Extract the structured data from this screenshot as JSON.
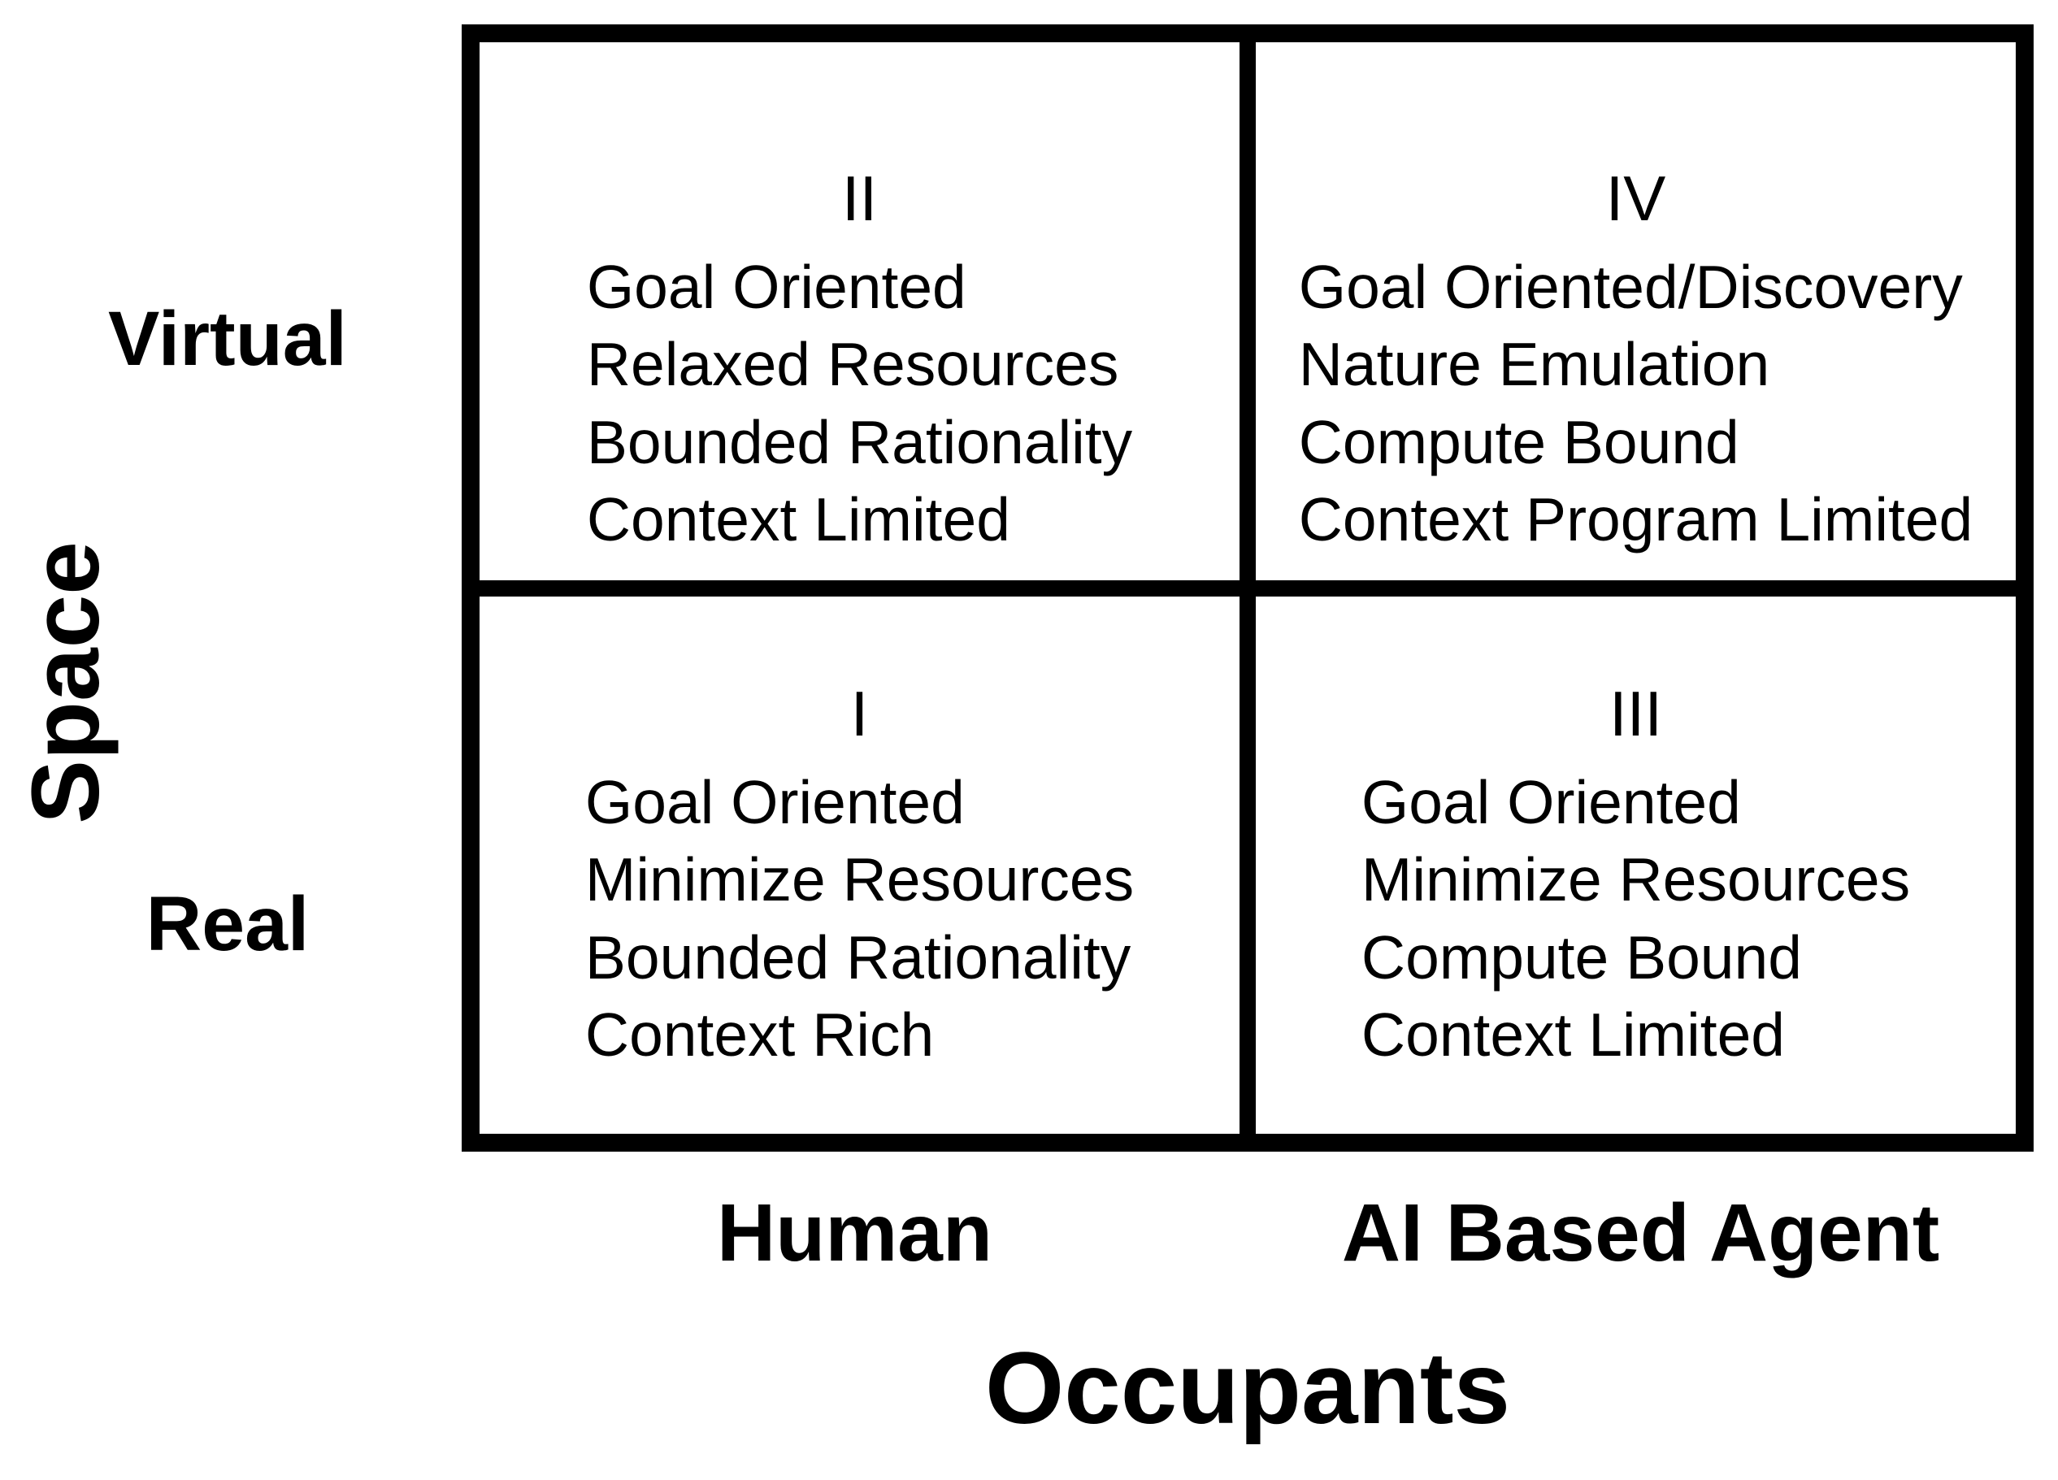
{
  "diagram": {
    "type": "quadrant-matrix",
    "colors": {
      "line": "#000000",
      "text": "#000000",
      "background": "#ffffff"
    },
    "y_axis": {
      "title": "Space",
      "top_label": "Virtual",
      "bottom_label": "Real"
    },
    "x_axis": {
      "title": "Occupants",
      "left_label": "Human",
      "right_label": "AI Based Agent"
    },
    "quadrants": [
      {
        "position": "top-left",
        "numeral": "II",
        "lines": [
          "Goal Oriented",
          "Relaxed Resources",
          "Bounded Rationality",
          "Context Limited"
        ]
      },
      {
        "position": "top-right",
        "numeral": "IV",
        "lines": [
          "Goal Oriented/Discovery",
          "Nature Emulation",
          "Compute Bound",
          "Context Program Limited"
        ]
      },
      {
        "position": "bottom-left",
        "numeral": "I",
        "lines": [
          "Goal Oriented",
          "Minimize Resources",
          "Bounded Rationality",
          "Context Rich"
        ]
      },
      {
        "position": "bottom-right",
        "numeral": "III",
        "lines": [
          "Goal Oriented",
          "Minimize Resources",
          "Compute Bound",
          "Context Limited"
        ]
      }
    ]
  }
}
